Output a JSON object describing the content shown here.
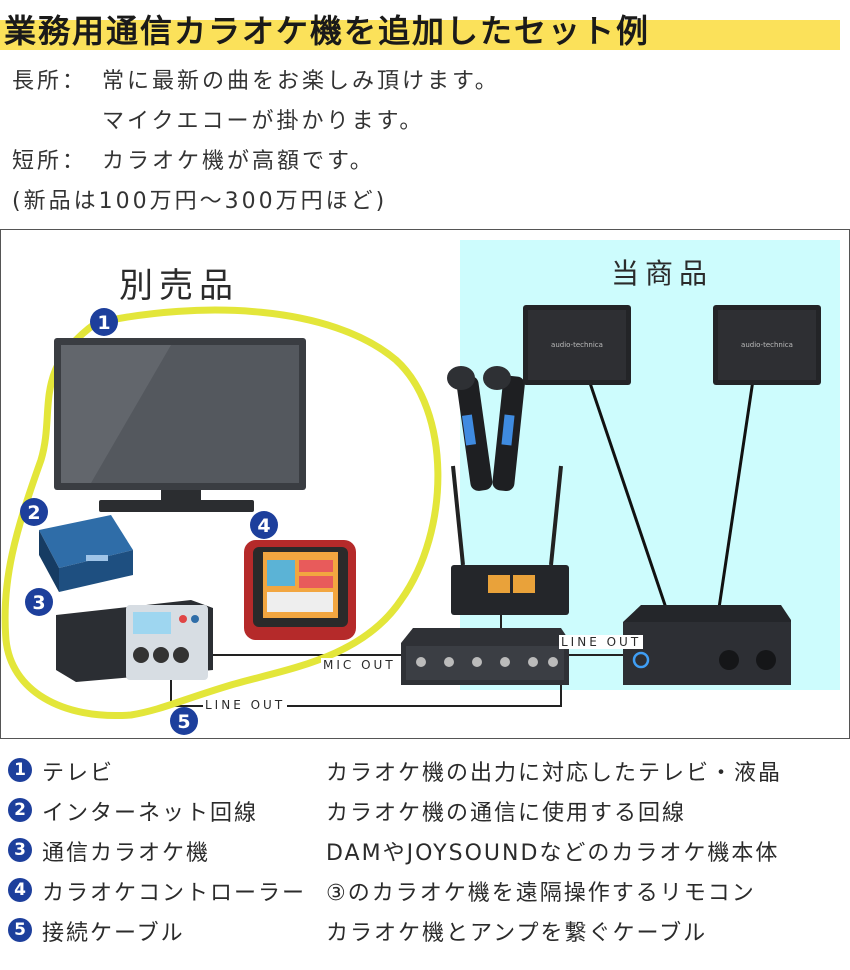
{
  "header": {
    "title": "業務用通信カラオケ機を追加したセット例"
  },
  "notes": {
    "pros_label": "長所：",
    "pros_line1": "常に最新の曲をお楽しみ頂けます。",
    "pros_line2": "マイクエコーが掛かります。",
    "cons_label": "短所：",
    "cons_line1": "カラオケ機が高額です。",
    "price_note": "(新品は100万円～300万円ほど)"
  },
  "diagram": {
    "sold_separately_label": "別売品",
    "this_product_label": "当商品",
    "speaker_brand": "audio-technica",
    "callouts": [
      "1",
      "2",
      "3",
      "4",
      "5"
    ],
    "ports": {
      "mic_out": "MIC OUT",
      "line_out_top": "LINE OUT",
      "line_out_bottom": "LINE OUT"
    },
    "colors": {
      "product_area": "#cdfcfd",
      "highlight_loop": "#e3e63a",
      "badge": "#1d3f9c",
      "title_bar": "#fbe15a"
    }
  },
  "legend": [
    {
      "num": "1",
      "name": "テレビ",
      "desc": "カラオケ機の出力に対応したテレビ・液晶"
    },
    {
      "num": "2",
      "name": "インターネット回線",
      "desc": "カラオケ機の通信に使用する回線"
    },
    {
      "num": "3",
      "name": "通信カラオケ機",
      "desc": "DAMやJOYSOUNDなどのカラオケ機本体"
    },
    {
      "num": "4",
      "name": "カラオケコントローラー",
      "desc": "③のカラオケ機を遠隔操作するリモコン"
    },
    {
      "num": "5",
      "name": "接続ケーブル",
      "desc": "カラオケ機とアンプを繋ぐケーブル"
    }
  ]
}
